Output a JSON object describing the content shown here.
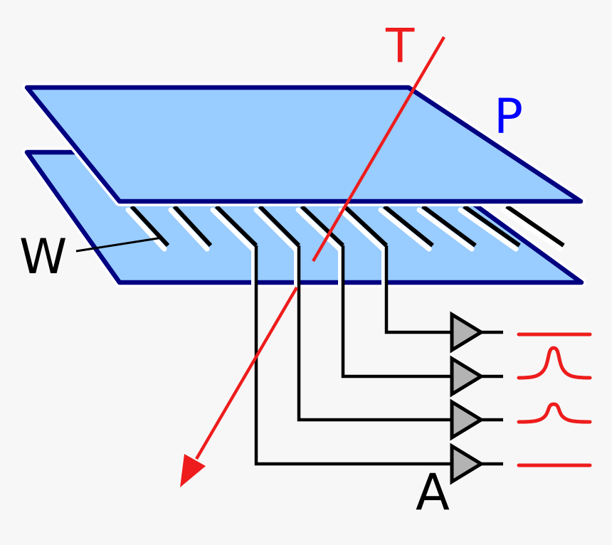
{
  "figure": {
    "description": "Schematic of a multi-wire chamber: red particle track T crosses two blue cathode plates P; anode wires W between the plates are read out through amplifiers A whose outputs show pulse signals"
  },
  "labels": {
    "track": "T",
    "plate": "P",
    "wire": "W",
    "amplifier": "A"
  },
  "colors": {
    "background": "#f7f7f7",
    "plate_fill": "#99ccff",
    "plate_edge": "#000080",
    "track_red": "#ee1c1c",
    "signal_red": "#ee1c1c",
    "plate_label_blue": "#0000ff",
    "amplifier_fill": "#b3b3b3",
    "line_black": "#000000",
    "highlight_white": "#ffffff"
  },
  "wires": {
    "count": 10,
    "readout_count": 4
  },
  "amplifiers": [
    {
      "position": "top",
      "signal": "flat"
    },
    {
      "position": "second",
      "signal": "pulse-large"
    },
    {
      "position": "third",
      "signal": "pulse-small"
    },
    {
      "position": "bottom",
      "signal": "flat"
    }
  ]
}
